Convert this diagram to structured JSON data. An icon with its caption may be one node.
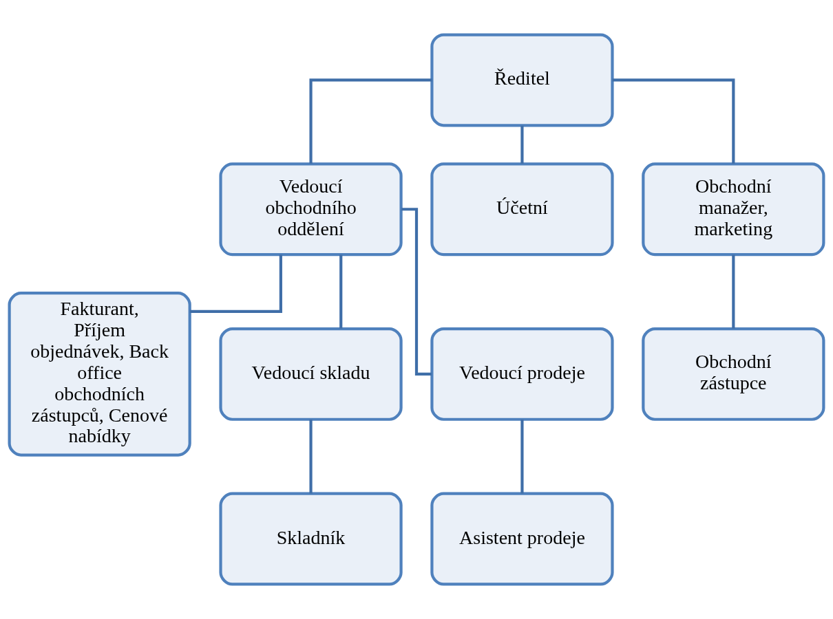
{
  "diagram": {
    "nodes": [
      {
        "text": [
          "Ředitel"
        ]
      },
      {
        "text": [
          "Vedoucí obchodního oddělení"
        ]
      },
      {
        "text": [
          "Účetní"
        ]
      },
      {
        "text": [
          "Obchodní manažer, marketing"
        ]
      },
      {
        "text": [
          "Fakturant, Příjem objednávek, Back office obchodních zástupců, Cenové nabídky"
        ]
      },
      {
        "text": [
          "Vedoucí skladu"
        ]
      },
      {
        "text": [
          "Vedoucí prodeje"
        ]
      },
      {
        "text": [
          "Obchodní zástupce"
        ]
      },
      {
        "text": [
          "Skladník"
        ]
      },
      {
        "text": [
          "Asistent prodeje"
        ]
      }
    ],
    "edges": [
      {
        "from": 0,
        "to": 1,
        "arrow": "none"
      },
      {
        "from": 0,
        "to": 2,
        "arrow": "none"
      },
      {
        "from": 0,
        "to": 3,
        "arrow": "none"
      },
      {
        "from": 1,
        "to": 4,
        "arrow": "none"
      },
      {
        "from": 1,
        "to": 5,
        "arrow": "none"
      },
      {
        "from": 1,
        "to": 6,
        "arrow": "none"
      },
      {
        "from": 3,
        "to": 7,
        "arrow": "none"
      },
      {
        "from": 5,
        "to": 8,
        "arrow": "none"
      },
      {
        "from": 6,
        "to": 9,
        "arrow": "none"
      }
    ]
  }
}
